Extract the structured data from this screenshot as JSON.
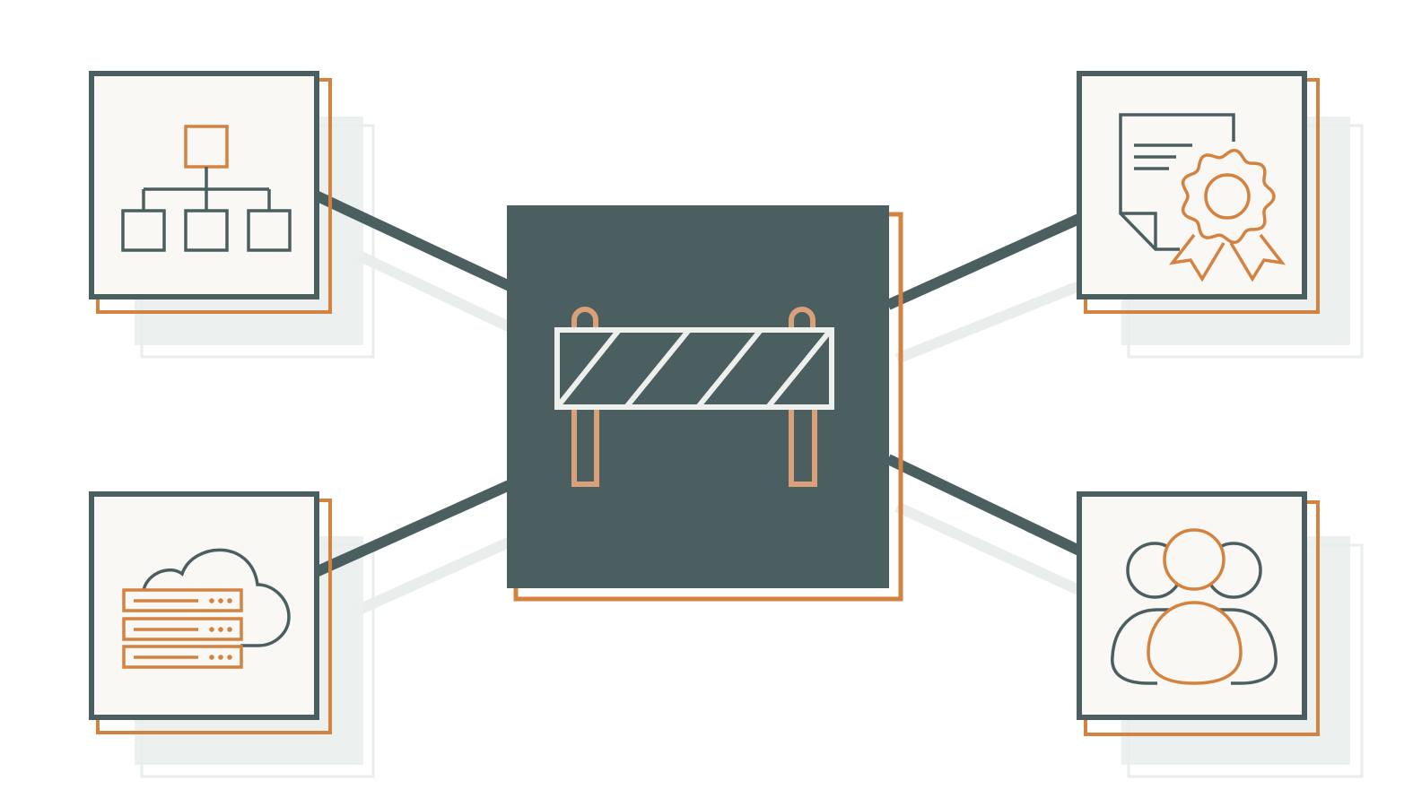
{
  "colors": {
    "background": "#ffffff",
    "dark": "#4b5e60",
    "orange": "#d4823f",
    "peach": "#d9a07a",
    "tile_fill": "#f9f8f5",
    "shadow": "#e9eeed",
    "bar_stroke": "#eef0ee"
  },
  "center": {
    "icon": "road-barrier-icon"
  },
  "nodes": [
    {
      "id": "top-left",
      "icon": "org-chart-icon"
    },
    {
      "id": "bottom-left",
      "icon": "cloud-server-icon"
    },
    {
      "id": "top-right",
      "icon": "certificate-icon"
    },
    {
      "id": "bottom-right",
      "icon": "user-group-icon"
    }
  ]
}
